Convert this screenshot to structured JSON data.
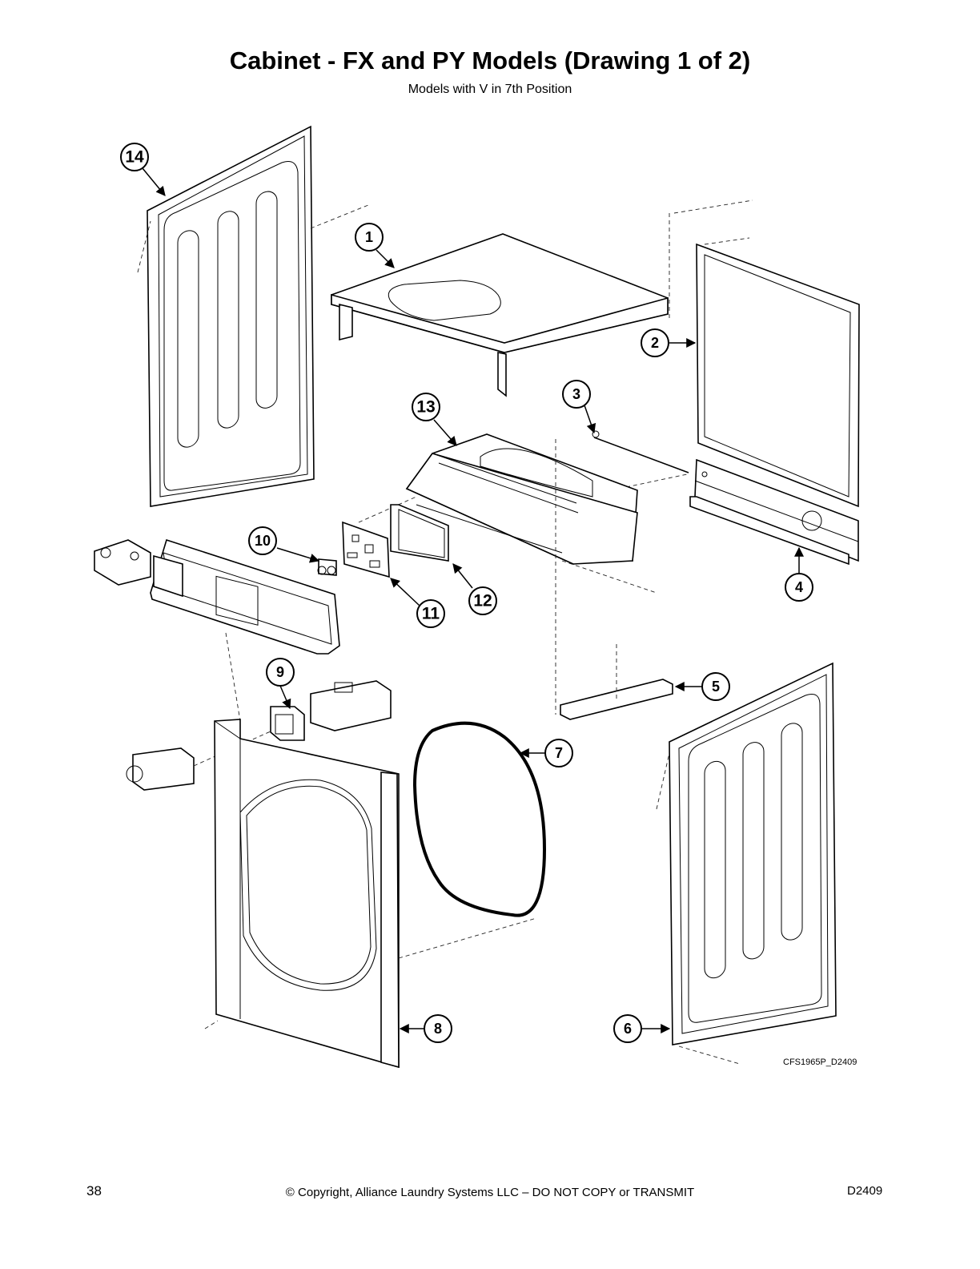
{
  "title": "Cabinet - FX and PY Models (Drawing 1 of 2)",
  "subtitle": "Models with V in 7th Position",
  "drawing_code": "CFS1965P_D2409",
  "footer": {
    "page_number": "38",
    "copyright": "© Copyright, Alliance Laundry Systems LLC – DO NOT COPY or TRANSMIT",
    "doc_code": "D2409"
  },
  "callouts": [
    "1",
    "2",
    "3",
    "4",
    "5",
    "6",
    "7",
    "8",
    "9",
    "10",
    "11",
    "12",
    "13",
    "14"
  ]
}
